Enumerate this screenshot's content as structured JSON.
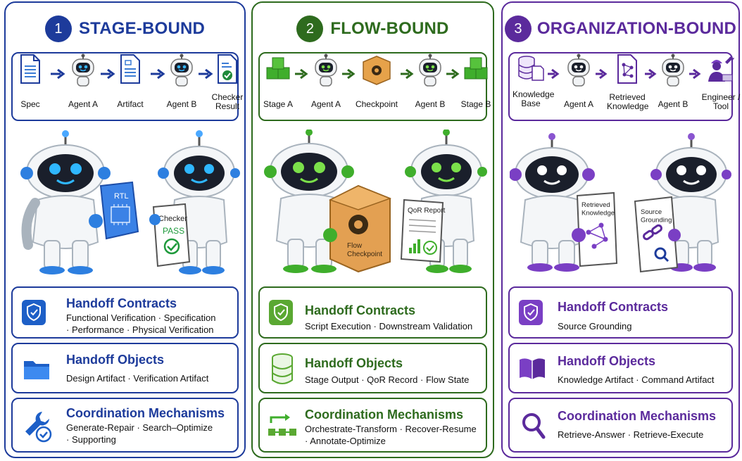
{
  "columns": [
    {
      "number": "1",
      "title": "STAGE-BOUND",
      "color": "#1d3b9b",
      "pipeline": [
        "Spec",
        "Agent A",
        "Artifact",
        "Agent B",
        "Checker Result"
      ],
      "scene": {
        "tablet": "RTL",
        "doc_title": "Checker",
        "doc_status": "PASS"
      },
      "cards": [
        {
          "title": "Handoff Contracts",
          "text": "Functional Verification · Specification\n· Performance · Physical Verification",
          "icon": "shield-icon"
        },
        {
          "title": "Handoff Objects",
          "text": "Design Artifact · Verification Artifact",
          "icon": "folder-icon"
        },
        {
          "title": "Coordination Mechanisms",
          "text": "Generate-Repair · Search–Optimize\n· Supporting",
          "icon": "wrench-check-icon"
        }
      ]
    },
    {
      "number": "2",
      "title": "FLOW-BOUND",
      "color": "#2e6b1e",
      "pipeline": [
        "Stage A",
        "Agent A",
        "Checkpoint",
        "Agent B",
        "Stage B"
      ],
      "scene": {
        "box": "Flow\nCheckpoint",
        "report": "QoR Report"
      },
      "cards": [
        {
          "title": "Handoff Contracts",
          "text": "Script Execution · Downstream Validation",
          "icon": "shield-icon"
        },
        {
          "title": "Handoff Objects",
          "text": "Stage Output · QoR Record · Flow State",
          "icon": "database-icon"
        },
        {
          "title": "Coordination Mechanisms",
          "text": "Orchestrate-Transform · Recover-Resume\n· Annotate-Optimize",
          "icon": "flow-icon"
        }
      ]
    },
    {
      "number": "3",
      "title": "ORGANIZATION-BOUND",
      "color": "#5b2a9c",
      "pipeline": [
        "Knowledge Base",
        "Agent A",
        "Retrieved Knowledge",
        "Agent B",
        "Engineer / Tool"
      ],
      "scene": {
        "card_a": "Retrieved\nKnowledge",
        "card_b": "Source\nGrounding"
      },
      "cards": [
        {
          "title": "Handoff Contracts",
          "text": "Source Grounding",
          "icon": "shield-icon"
        },
        {
          "title": "Handoff Objects",
          "text": "Knowledge Artifact · Command Artifact",
          "icon": "book-icon"
        },
        {
          "title": "Coordination Mechanisms",
          "text": "Retrieve-Answer · Retrieve-Execute",
          "icon": "magnifier-icon"
        }
      ]
    }
  ]
}
